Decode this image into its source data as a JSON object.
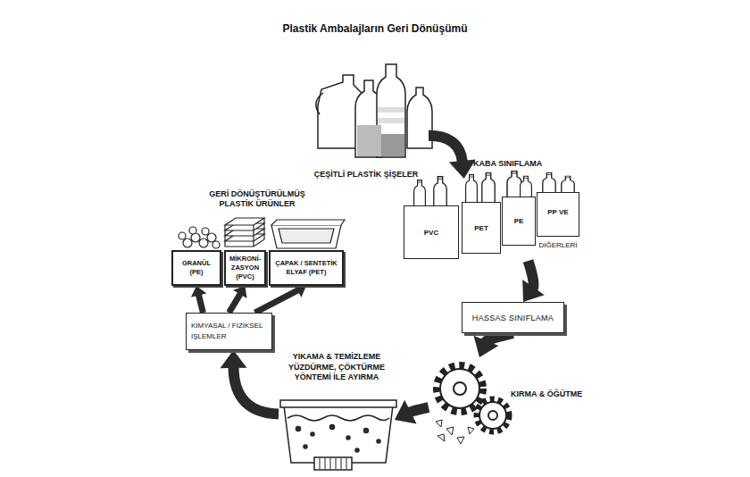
{
  "diagram": {
    "title": "Plastik Ambalajların Geri Dönüşümü",
    "nodes": [
      {
        "text": [
          "ÇEŞİTLİ PLASTİK ŞİŞELER"
        ]
      },
      {
        "text": [
          "KABA SINIFLAMA"
        ]
      },
      {
        "text": [
          "PVC"
        ],
        "in": 1
      },
      {
        "text": [
          "PET"
        ],
        "in": 1
      },
      {
        "text": [
          "PE"
        ],
        "in": 1
      },
      {
        "text": [
          "PP VE",
          "DİĞERLERİ"
        ],
        "in": 1
      },
      {
        "text": [
          "HASSAS SINIFLAMA"
        ]
      },
      {
        "text": [
          "KIRMA & ÖĞÜTME"
        ]
      },
      {
        "text": [
          "YIKAMA & TEMİZLEME YÜZDÜRME, ÇÖKTÜRME YÖNTEMİ İLE AYIRMA"
        ]
      },
      {
        "text": [
          "KİMYASAL / FİZİKSEL İŞLEMLER"
        ]
      },
      {
        "text": [
          "GERİ DÖNÜŞTÜRÜLMÜŞ PLASTİK ÜRÜNLER"
        ]
      },
      {
        "text": [
          "GRANÜL (PE)"
        ],
        "in": 10
      },
      {
        "text": [
          "MİKRONİ-ZASYON (PVC)"
        ],
        "in": 10
      },
      {
        "text": [
          "ÇAPAK / SENTETİK ELYAF (PET)"
        ],
        "in": 10
      }
    ],
    "edges": [
      {
        "from": 0,
        "to": 1,
        "arrow": "to"
      },
      {
        "from": 1,
        "to": 6,
        "arrow": "to"
      },
      {
        "from": 6,
        "to": 7,
        "arrow": "to"
      },
      {
        "from": 7,
        "to": 8,
        "arrow": "to"
      },
      {
        "from": 8,
        "to": 9,
        "arrow": "to"
      },
      {
        "from": 9,
        "to": 11,
        "arrow": "to"
      },
      {
        "from": 9,
        "to": 12,
        "arrow": "to"
      },
      {
        "from": 9,
        "to": 13,
        "arrow": "to"
      }
    ]
  }
}
